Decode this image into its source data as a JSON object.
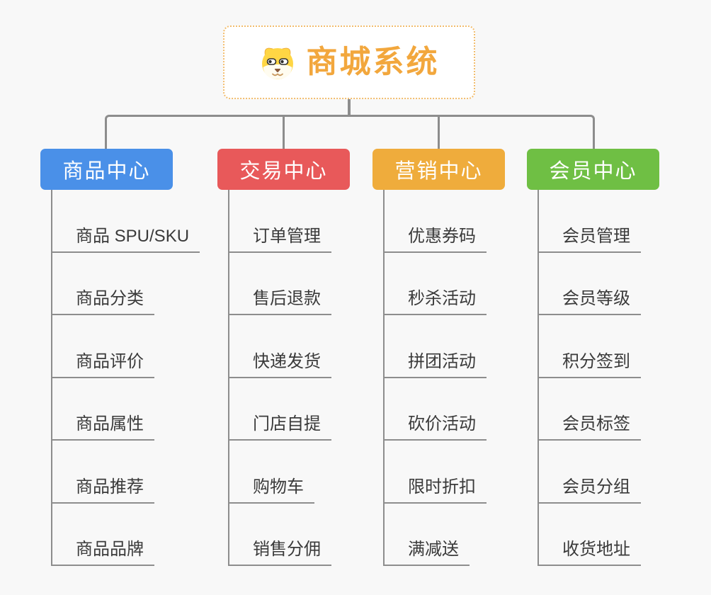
{
  "page": {
    "background": "#f8f8f8",
    "connector_color": "#8d8d8d",
    "app_hint": "mind-map diagram"
  },
  "root": {
    "label": "商城系统",
    "icon": "dog-face-icon",
    "text_color": "#f2a73d",
    "border_color": "#f2bd6e",
    "background": "#ffffff"
  },
  "branches": [
    {
      "label": "商品中心",
      "color": "#4a90e8",
      "items": [
        "商品 SPU/SKU",
        "商品分类",
        "商品评价",
        "商品属性",
        "商品推荐",
        "商品品牌"
      ]
    },
    {
      "label": "交易中心",
      "color": "#e8595a",
      "items": [
        "订单管理",
        "售后退款",
        "快递发货",
        "门店自提",
        "购物车",
        "销售分佣"
      ]
    },
    {
      "label": "营销中心",
      "color": "#efac3c",
      "items": [
        "优惠券码",
        "秒杀活动",
        "拼团活动",
        "砍价活动",
        "限时折扣",
        "满减送"
      ]
    },
    {
      "label": "会员中心",
      "color": "#6fbf44",
      "items": [
        "会员管理",
        "会员等级",
        "积分签到",
        "会员标签",
        "会员分组",
        "收货地址"
      ]
    }
  ]
}
